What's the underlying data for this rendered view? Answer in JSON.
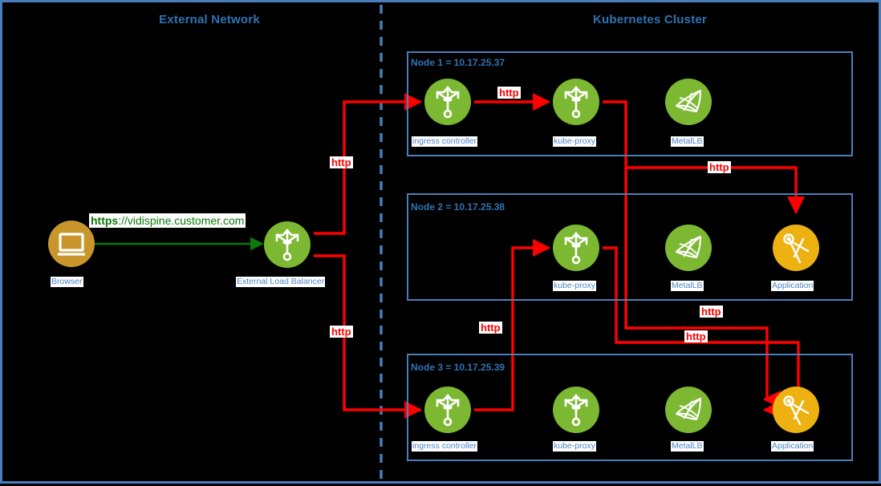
{
  "diagram": {
    "title_left": "External Network",
    "title_right": "Kubernetes Cluster",
    "colors": {
      "frame": "#4A7EBB",
      "title": "#2E74B5",
      "label": "#4A86C8",
      "http": "#FF0000",
      "https": "#0B7A0B",
      "node_icon_green": "#7CB832",
      "app_icon_amber": "#EDB211",
      "browser_icon_gold": "#C8962B",
      "background": "#000000"
    }
  },
  "external": {
    "browser_label": "Browser",
    "lb_label": "External Load Balancer",
    "url_scheme": "https",
    "url_rest": "://vidispine.customer.com",
    "browser_icon": "monitor-icon",
    "lb_icon": "trident-icon"
  },
  "nodes": [
    {
      "title": "Node 1 = 10.17.25.37",
      "ip": "10.17.25.37",
      "components": [
        {
          "label": "ingress controller",
          "icon": "trident-icon",
          "kind": "green"
        },
        {
          "label": "kube-proxy",
          "icon": "trident-icon",
          "kind": "green"
        },
        {
          "label": "MetalLB",
          "icon": "sail-net-icon",
          "kind": "green"
        }
      ]
    },
    {
      "title": "Node 2 = 10.17.25.38",
      "ip": "10.17.25.38",
      "components": [
        {
          "label": "kube-proxy",
          "icon": "trident-icon",
          "kind": "green"
        },
        {
          "label": "MetalLB",
          "icon": "sail-net-icon",
          "kind": "green"
        },
        {
          "label": "Application",
          "icon": "compass-icon",
          "kind": "amber"
        }
      ]
    },
    {
      "title": "Node 3 = 10.17.25.39",
      "ip": "10.17.25.39",
      "components": [
        {
          "label": "ingress controller",
          "icon": "trident-icon",
          "kind": "green"
        },
        {
          "label": "kube-proxy",
          "icon": "trident-icon",
          "kind": "green"
        },
        {
          "label": "MetalLB",
          "icon": "sail-net-icon",
          "kind": "green"
        },
        {
          "label": "Application",
          "icon": "compass-icon",
          "kind": "amber"
        }
      ]
    }
  ],
  "flow_labels": [
    {
      "id": "lb-to-node1",
      "text": "http"
    },
    {
      "id": "ingress1-to-proxy1",
      "text": "http"
    },
    {
      "id": "proxy1-to-app2",
      "text": "http"
    },
    {
      "id": "lb-to-node3",
      "text": "http"
    },
    {
      "id": "ingress3-to-proxy2",
      "text": "http"
    },
    {
      "id": "proxy1-to-app3",
      "text": "http"
    },
    {
      "id": "proxy2-to-app3",
      "text": "http"
    }
  ]
}
